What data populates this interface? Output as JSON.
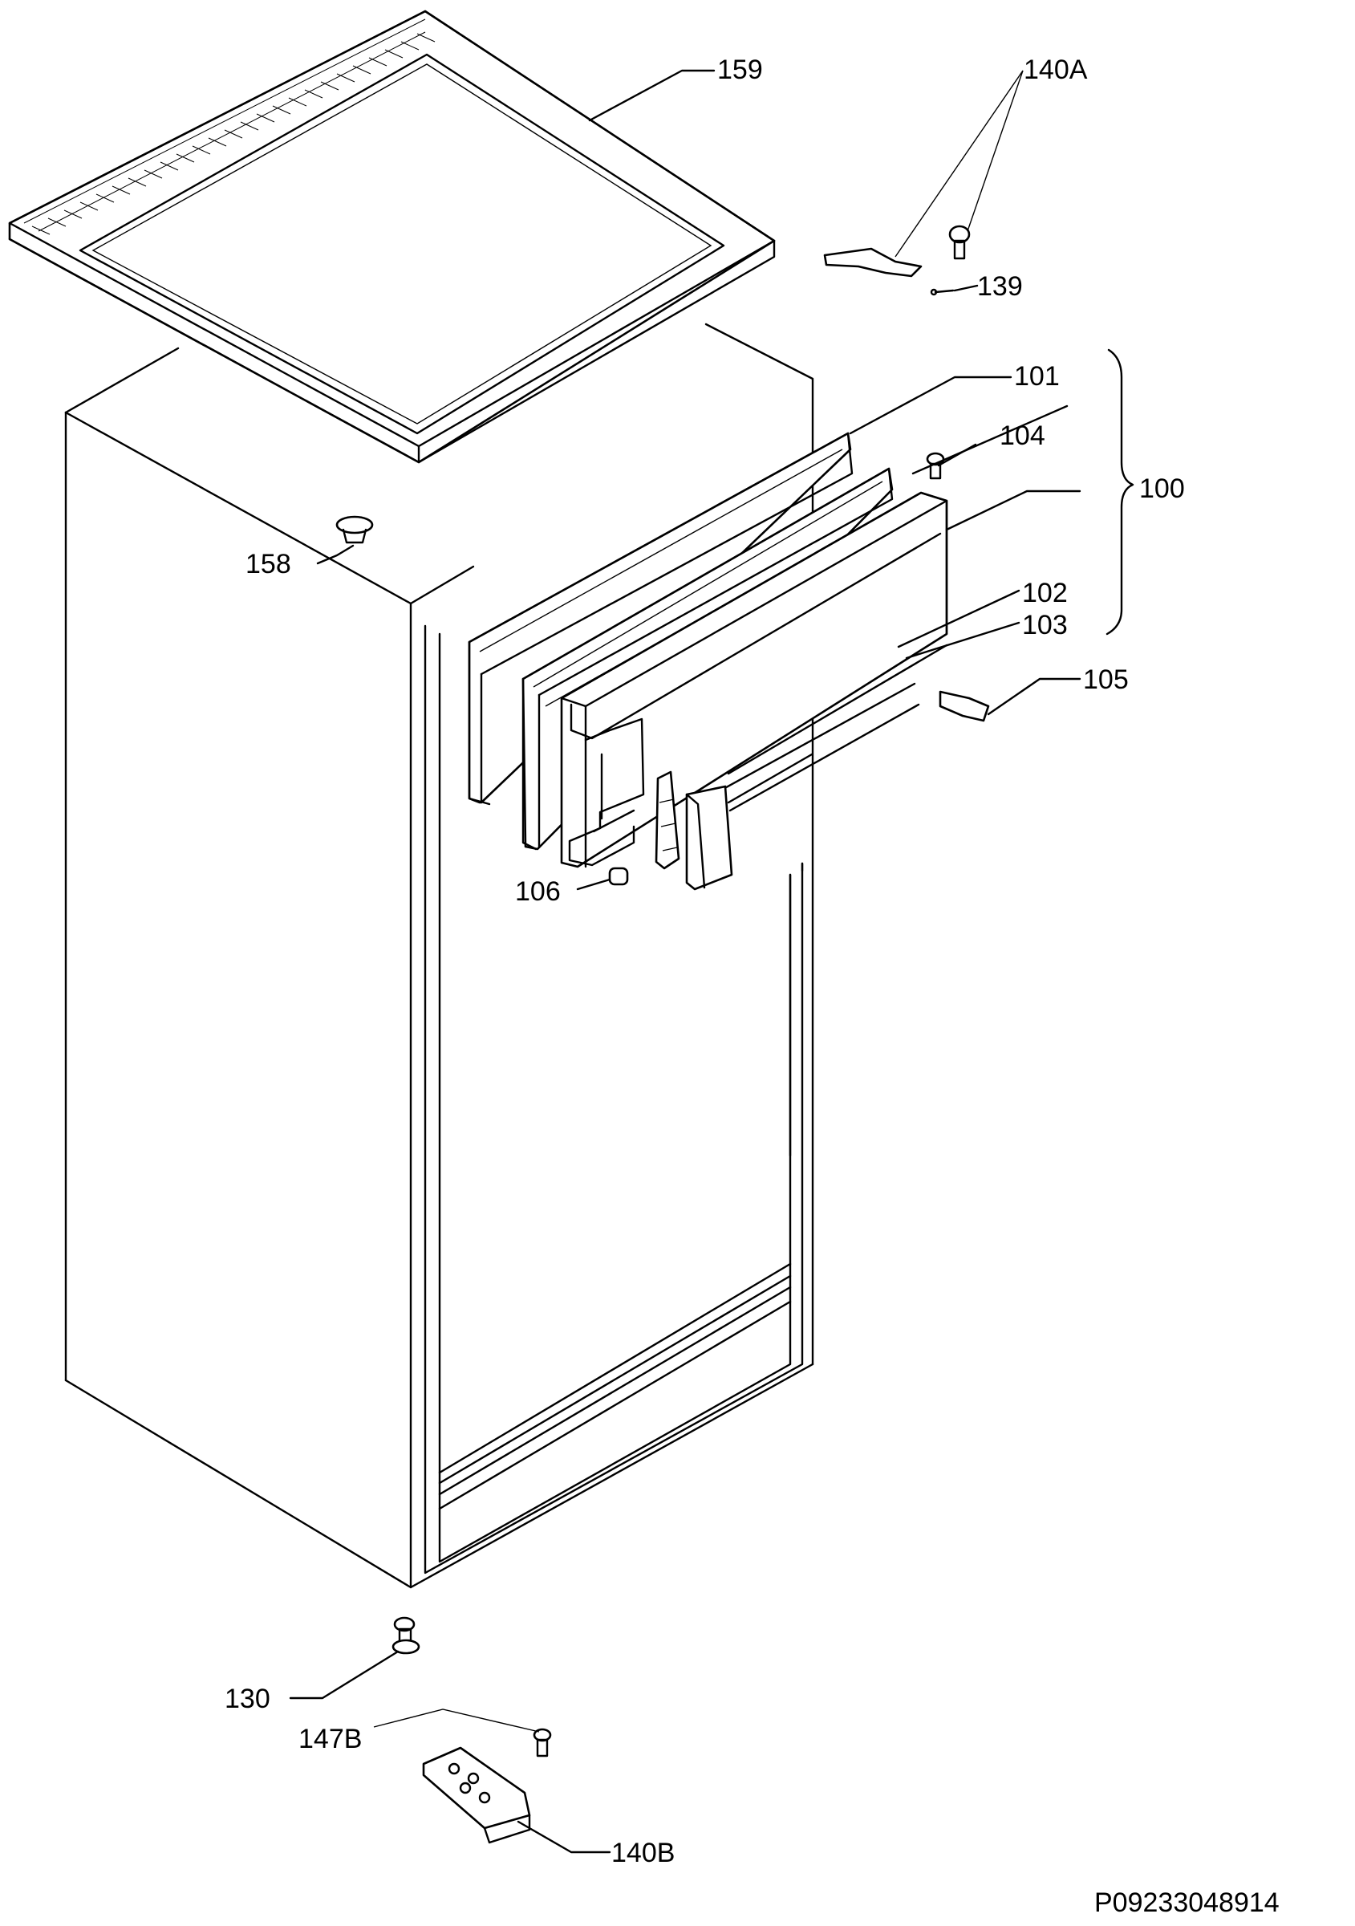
{
  "labels": {
    "l159": "159",
    "l140A": "140A",
    "l139": "139",
    "l101": "101",
    "l104": "104",
    "l100": "100",
    "l158": "158",
    "l102": "102",
    "l103": "103",
    "l105": "105",
    "l106": "106",
    "l130": "130",
    "l147B": "147B",
    "l140B": "140B"
  },
  "footer": {
    "code": "P09233048914"
  }
}
